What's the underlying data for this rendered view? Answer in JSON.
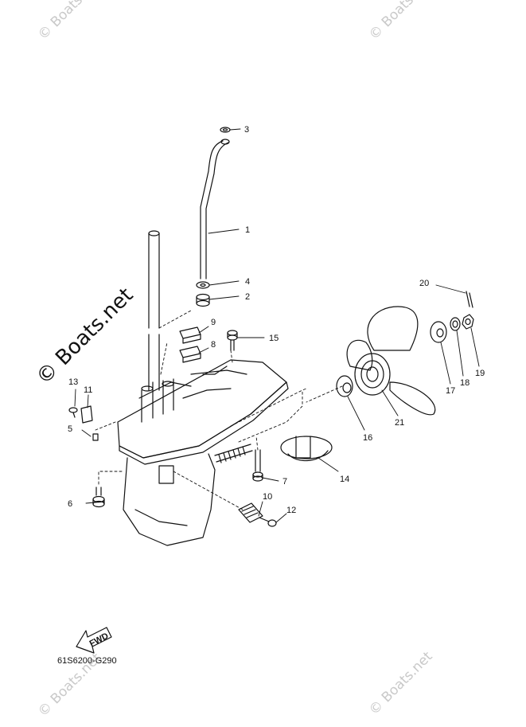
{
  "watermark": {
    "corner_text": "© Boats.net",
    "side_text": "© Boats.net"
  },
  "diagram_code": "61S6200-G290",
  "fwd_label": "FWD",
  "callouts": [
    {
      "id": "c1",
      "label": "1"
    },
    {
      "id": "c2",
      "label": "2"
    },
    {
      "id": "c3",
      "label": "3"
    },
    {
      "id": "c4",
      "label": "4"
    },
    {
      "id": "c5",
      "label": "5"
    },
    {
      "id": "c6",
      "label": "6"
    },
    {
      "id": "c7",
      "label": "7"
    },
    {
      "id": "c8",
      "label": "8"
    },
    {
      "id": "c9",
      "label": "9"
    },
    {
      "id": "c10",
      "label": "10"
    },
    {
      "id": "c11",
      "label": "11"
    },
    {
      "id": "c12",
      "label": "12"
    },
    {
      "id": "c13",
      "label": "13"
    },
    {
      "id": "c14",
      "label": "14"
    },
    {
      "id": "c15",
      "label": "15"
    },
    {
      "id": "c16",
      "label": "16"
    },
    {
      "id": "c17",
      "label": "17"
    },
    {
      "id": "c18",
      "label": "18"
    },
    {
      "id": "c19",
      "label": "19"
    },
    {
      "id": "c20",
      "label": "20"
    },
    {
      "id": "c21",
      "label": "21"
    }
  ]
}
